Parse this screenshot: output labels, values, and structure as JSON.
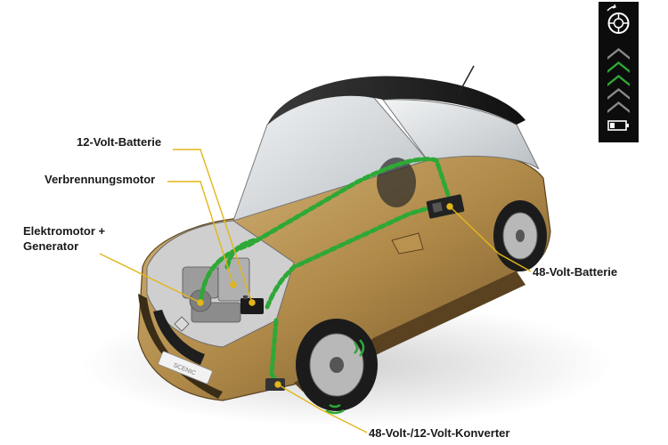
{
  "callouts": {
    "battery_12v": "12-Volt-Batterie",
    "engine": "Verbrennungsmotor",
    "emotor_line1": "Elektromotor +",
    "emotor_line2": "Generator",
    "battery_48v": "48-Volt-Batterie",
    "converter": "48-Volt-/12-Volt-Konverter"
  },
  "car_badge": "SCENIC",
  "status_panel": {
    "icons": [
      "wheel-regen-icon",
      "charge-chevron-icon",
      "battery-icon"
    ],
    "chevrons_active": 2,
    "chevrons_total": 5
  },
  "colors": {
    "body_gold": "#b9924f",
    "roof_dark": "#1d1d1d",
    "glass": "#d9dde0",
    "cable_green": "#2ea836",
    "leader_yellow": "#e2b61b",
    "panel_bg": "#0c0c0c"
  }
}
